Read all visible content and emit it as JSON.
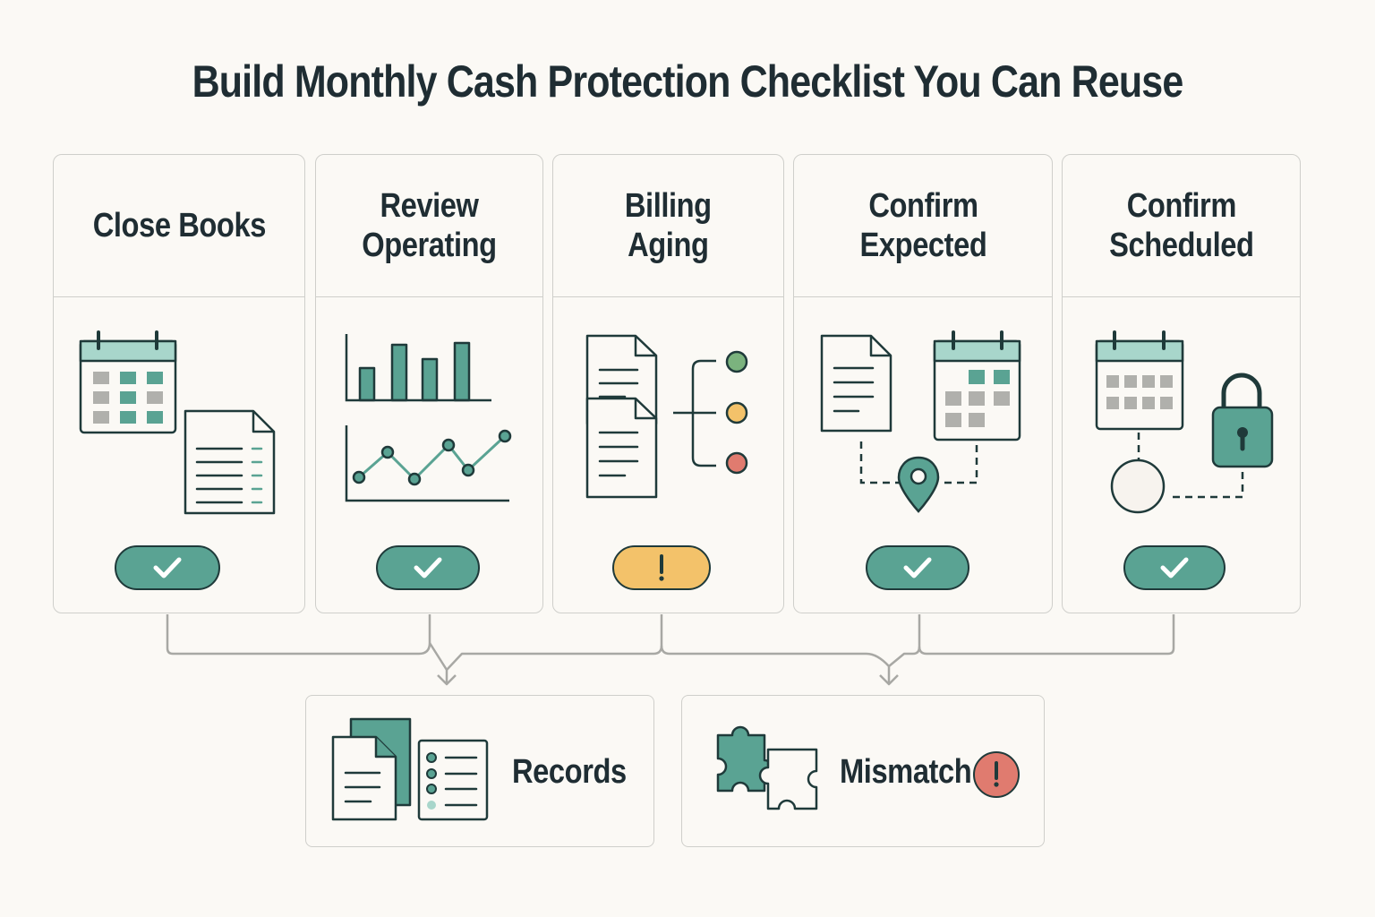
{
  "title": "Build Monthly Cash Protection Checklist You Can Reuse",
  "steps": [
    {
      "label": "Close Books",
      "status": "complete",
      "icon": "calendar-document-icon"
    },
    {
      "label": "Review\nOperating",
      "status": "complete",
      "icon": "bar-line-chart-icon"
    },
    {
      "label": "Billing\nAging",
      "status": "warning",
      "icon": "invoice-aging-icon"
    },
    {
      "label": "Confirm\nExpected",
      "status": "complete",
      "icon": "document-calendar-location-icon"
    },
    {
      "label": "Confirm\nScheduled",
      "status": "complete",
      "icon": "calendar-lock-icon"
    }
  ],
  "outputs": [
    {
      "label": "Records",
      "icon": "records-stack-icon"
    },
    {
      "label": "Mismatch",
      "icon": "puzzle-pieces-icon",
      "alert": "!"
    }
  ],
  "status_glyphs": {
    "complete": "✓",
    "warning": "!"
  },
  "colors": {
    "teal": "#5aa393",
    "amber": "#f3c26a",
    "red": "#e07b6f",
    "green": "#7bb37e",
    "ink": "#1f3a3a",
    "gray": "#b0b0ac",
    "connector": "#a8a8a4"
  }
}
